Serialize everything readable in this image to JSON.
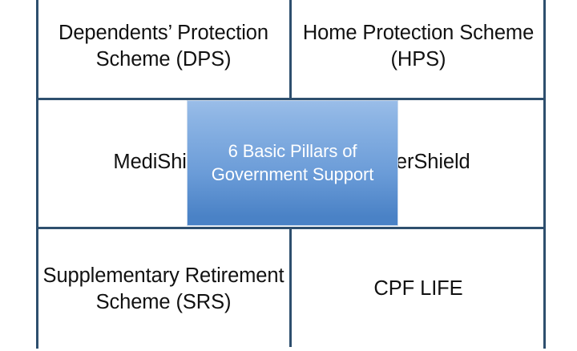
{
  "diagram": {
    "title": "6 Basic Pillars of Government Support",
    "center_label_line1": "6 Basic Pillars of",
    "center_label_line2": "Government Support",
    "center_label": "6 Basic Pillars of Government Support",
    "colors": {
      "border": "#2E4F6E",
      "center_box_gradient_top": "#9ABDE8",
      "center_box_gradient_bottom": "#4A82C6",
      "center_box_border": "#CDDCEE",
      "center_text": "#FFFFFF",
      "cell_text": "#111111",
      "cell_background": "#FFFFFF"
    },
    "cells": [
      {
        "id": "dps",
        "position": "top-left",
        "lines": [
          "Dependents’",
          "Protection Scheme",
          "(DPS)"
        ],
        "text": "Dependents’ Protection Scheme (DPS)"
      },
      {
        "id": "hps",
        "position": "top-right",
        "lines": [
          "Home Protection Scheme",
          "(HPS)"
        ],
        "text": "Home Protection Scheme (HPS)"
      },
      {
        "id": "medishield",
        "position": "middle-left",
        "lines": [
          "MediShield"
        ],
        "text": "MediShield"
      },
      {
        "id": "eldershield",
        "position": "middle-right",
        "lines": [
          "ElderShield"
        ],
        "text": "ElderShield"
      },
      {
        "id": "srs",
        "position": "bottom-left",
        "lines": [
          "Supplementary",
          "Retirement Scheme",
          "(SRS)"
        ],
        "text": "Supplementary Retirement Scheme (SRS)"
      },
      {
        "id": "cpf-life",
        "position": "bottom-right",
        "lines": [
          "CPF LIFE"
        ],
        "text": "CPF LIFE"
      }
    ]
  }
}
